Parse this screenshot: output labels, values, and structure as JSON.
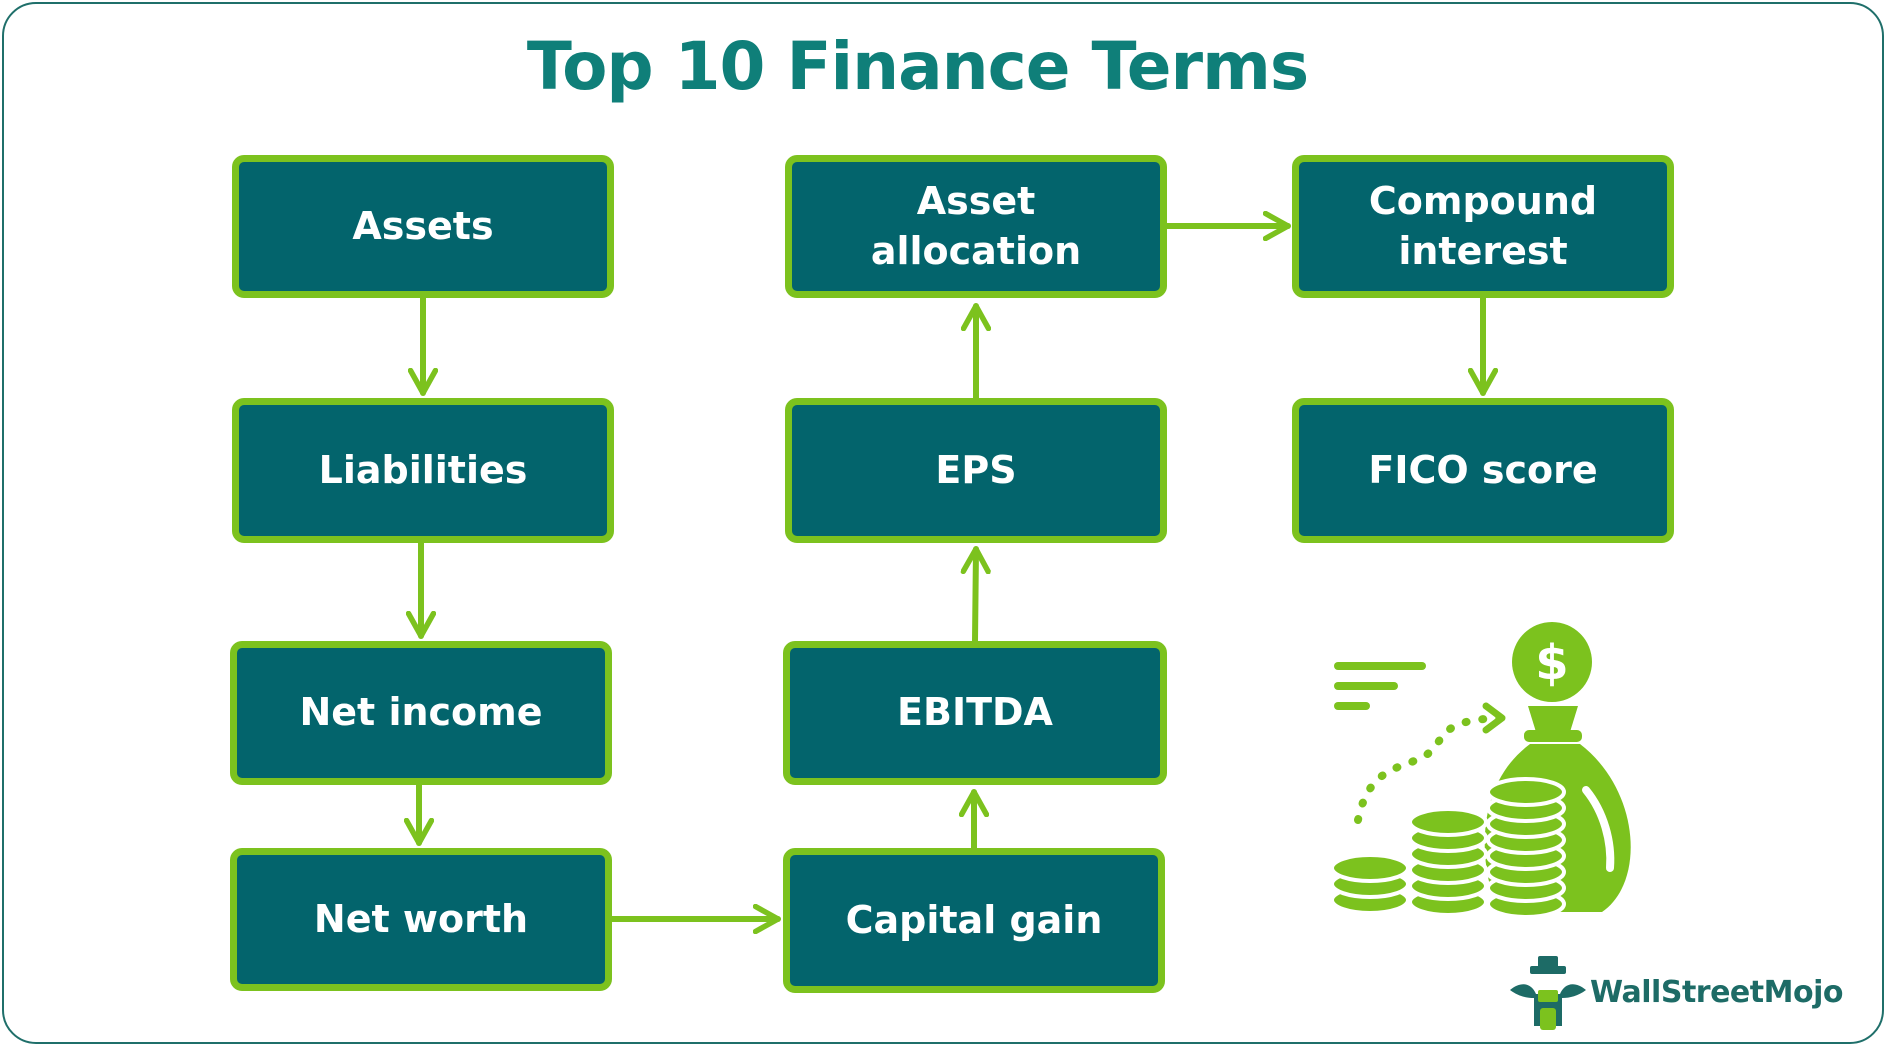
{
  "title": "Top 10 Finance Terms",
  "nodes": {
    "assets": "Assets",
    "liabilities": "Liabilities",
    "net_income": "Net income",
    "net_worth": "Net worth",
    "capital_gain": "Capital gain",
    "ebitda": "EBITDA",
    "eps": "EPS",
    "asset_allocation": "Asset allocation",
    "compound_interest": "Compound interest",
    "fico_score": "FICO score"
  },
  "brand": "WallStreetMojo",
  "colors": {
    "box_fill": "#03646c",
    "box_border": "#7cc21e",
    "arrow": "#7cc21e",
    "title": "#0f7f79"
  },
  "icons": [
    "money-bag-icon",
    "coin-stack-icon",
    "wallstreetmojo-logo-icon"
  ]
}
